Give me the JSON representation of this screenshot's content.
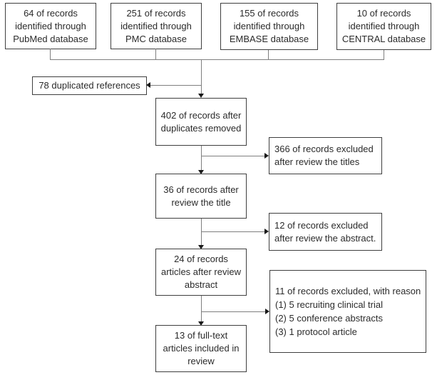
{
  "diagram": {
    "type": "flowchart",
    "description": "Study selection flow diagram (PRISMA-style)",
    "colors": {
      "background": "#ffffff",
      "box_border": "#3f3f3f",
      "connector_line": "#7f7f7f",
      "arrow": "#1a1a1a",
      "text": "#2b2b2b"
    },
    "nodes": {
      "pubmed": {
        "lines": [
          "64 of records",
          "identified through",
          "PubMed database"
        ]
      },
      "pmc": {
        "lines": [
          "251 of records",
          "identified through",
          "PMC database"
        ]
      },
      "embase": {
        "lines": [
          "155 of records",
          "identified through",
          "EMBASE database"
        ]
      },
      "central": {
        "lines": [
          "10 of records",
          "identified through",
          "CENTRAL database"
        ]
      },
      "duplicates": {
        "lines": [
          "78 duplicated references"
        ]
      },
      "after_duplicates": {
        "lines": [
          "402 of records after",
          "duplicates removed"
        ]
      },
      "excluded_titles": {
        "lines": [
          "366 of records excluded",
          "after review the titles"
        ]
      },
      "after_title": {
        "lines": [
          "36 of records after",
          "review the title"
        ]
      },
      "excluded_abstract": {
        "lines": [
          "12 of records excluded",
          "after review the abstract."
        ]
      },
      "after_abstract": {
        "lines": [
          "24 of records",
          "articles after review",
          "abstract"
        ]
      },
      "excluded_reasons": {
        "lines": [
          "11 of records excluded, with reason",
          "(1) 5 recruiting clinical trial",
          "(2) 5 conference abstracts",
          "(3) 1 protocol article"
        ]
      },
      "included": {
        "lines": [
          "13 of full-text",
          "articles included in",
          "review"
        ]
      }
    }
  }
}
